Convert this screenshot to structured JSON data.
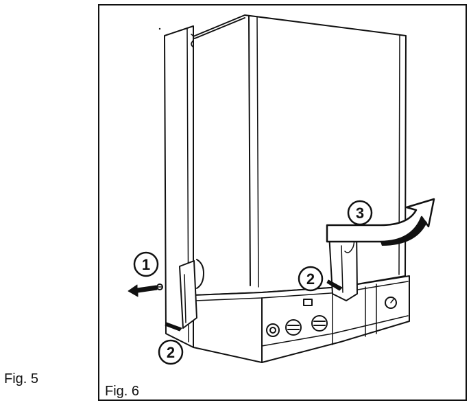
{
  "figures": {
    "fig5_label": "Fig. 5",
    "fig6_label": "Fig. 6"
  },
  "callouts": {
    "step1": "1",
    "step2_left": "2",
    "step2_center": "2",
    "step3": "3"
  },
  "colors": {
    "line": "#111111",
    "background": "#ffffff",
    "shade": "#d9d9d9"
  }
}
